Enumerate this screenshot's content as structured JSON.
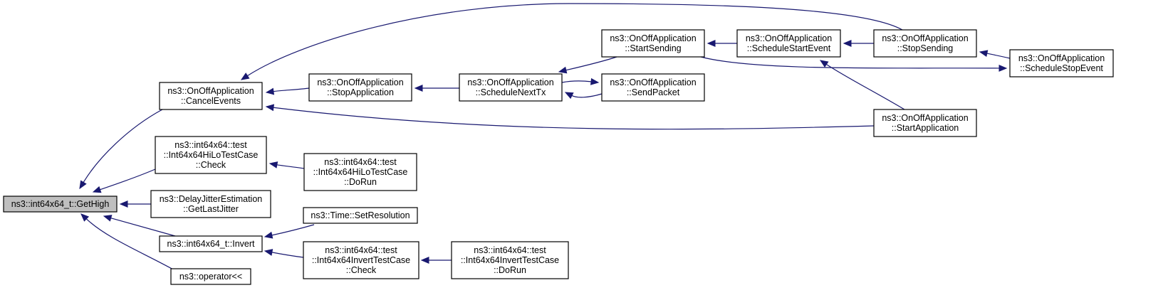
{
  "graph": {
    "colors": {
      "edge": "#191970",
      "node_border": "#000000",
      "root_fill": "#bfbfbf",
      "node_fill": "#ffffff"
    },
    "nodes": [
      {
        "id": "gethigh",
        "lines": [
          "ns3::int64x64_t::GetHigh"
        ],
        "root": true
      },
      {
        "id": "cancelevents",
        "lines": [
          "ns3::OnOffApplication",
          "::CancelEvents"
        ]
      },
      {
        "id": "hilocheck",
        "lines": [
          "ns3::int64x64::test",
          "::Int64x64HiLoTestCase",
          "::Check"
        ]
      },
      {
        "id": "getlastjitter",
        "lines": [
          "ns3::DelayJitterEstimation",
          "::GetLastJitter"
        ]
      },
      {
        "id": "invert",
        "lines": [
          "ns3::int64x64_t::Invert"
        ]
      },
      {
        "id": "operator",
        "lines": [
          "ns3::operator<<"
        ]
      },
      {
        "id": "stopapplication",
        "lines": [
          "ns3::OnOffApplication",
          "::StopApplication"
        ]
      },
      {
        "id": "hilodorun",
        "lines": [
          "ns3::int64x64::test",
          "::Int64x64HiLoTestCase",
          "::DoRun"
        ]
      },
      {
        "id": "setresolution",
        "lines": [
          "ns3::Time::SetResolution"
        ]
      },
      {
        "id": "invertcheck",
        "lines": [
          "ns3::int64x64::test",
          "::Int64x64InvertTestCase",
          "::Check"
        ]
      },
      {
        "id": "schedulenexttx",
        "lines": [
          "ns3::OnOffApplication",
          "::ScheduleNextTx"
        ]
      },
      {
        "id": "invertdorun",
        "lines": [
          "ns3::int64x64::test",
          "::Int64x64InvertTestCase",
          "::DoRun"
        ]
      },
      {
        "id": "startsending",
        "lines": [
          "ns3::OnOffApplication",
          "::StartSending"
        ]
      },
      {
        "id": "sendpacket",
        "lines": [
          "ns3::OnOffApplication",
          "::SendPacket"
        ]
      },
      {
        "id": "schedulestartevent",
        "lines": [
          "ns3::OnOffApplication",
          "::ScheduleStartEvent"
        ]
      },
      {
        "id": "stopsending",
        "lines": [
          "ns3::OnOffApplication",
          "::StopSending"
        ]
      },
      {
        "id": "startapplication",
        "lines": [
          "ns3::OnOffApplication",
          "::StartApplication"
        ]
      },
      {
        "id": "schedulestopevent",
        "lines": [
          "ns3::OnOffApplication",
          "::ScheduleStopEvent"
        ]
      }
    ],
    "edges": [
      {
        "from": "cancelevents",
        "to": "gethigh"
      },
      {
        "from": "hilocheck",
        "to": "gethigh"
      },
      {
        "from": "getlastjitter",
        "to": "gethigh"
      },
      {
        "from": "invert",
        "to": "gethigh"
      },
      {
        "from": "operator",
        "to": "gethigh"
      },
      {
        "from": "stopapplication",
        "to": "cancelevents"
      },
      {
        "from": "stopsending",
        "to": "cancelevents"
      },
      {
        "from": "startapplication",
        "to": "cancelevents"
      },
      {
        "from": "hilodorun",
        "to": "hilocheck"
      },
      {
        "from": "setresolution",
        "to": "invert"
      },
      {
        "from": "invertcheck",
        "to": "invert"
      },
      {
        "from": "invertdorun",
        "to": "invertcheck"
      },
      {
        "from": "schedulenexttx",
        "to": "stopapplication"
      },
      {
        "from": "startsending",
        "to": "schedulenexttx"
      },
      {
        "from": "sendpacket",
        "to": "schedulenexttx"
      },
      {
        "from": "schedulenexttx",
        "to": "sendpacket"
      },
      {
        "from": "schedulestartevent",
        "to": "startsending"
      },
      {
        "from": "stopsending",
        "to": "schedulestartevent"
      },
      {
        "from": "startapplication",
        "to": "schedulestartevent"
      },
      {
        "from": "schedulestopevent",
        "to": "stopsending"
      },
      {
        "from": "startsending",
        "to": "schedulestopevent"
      }
    ]
  }
}
